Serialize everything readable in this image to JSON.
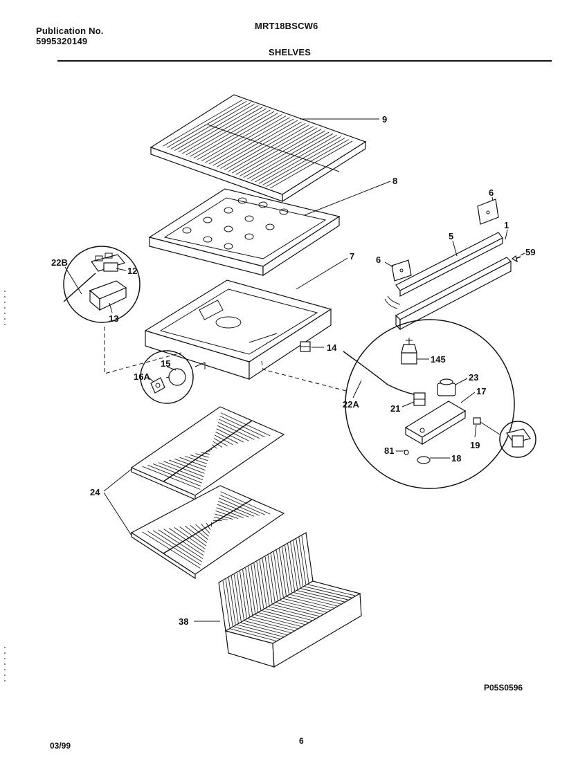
{
  "header": {
    "publication_label": "Publication No.",
    "publication_number": "5995320149",
    "model": "MRT18BSCW6",
    "section": "SHELVES"
  },
  "footer": {
    "date": "03/99",
    "page": "6",
    "drawing_code": "P05S0596"
  },
  "callouts": {
    "c9": "9",
    "c8": "8",
    "c7": "7",
    "c6a": "6",
    "c6b": "6",
    "c5": "5",
    "c1": "1",
    "c59": "59",
    "c22b": "22B",
    "c12": "12",
    "c13": "13",
    "c14": "14",
    "c15": "15",
    "c16a": "16A",
    "c145": "145",
    "c23": "23",
    "c17": "17",
    "c21": "21",
    "c22a": "22A",
    "c81": "81",
    "c18": "18",
    "c19": "19",
    "c24": "24",
    "c38": "38"
  }
}
